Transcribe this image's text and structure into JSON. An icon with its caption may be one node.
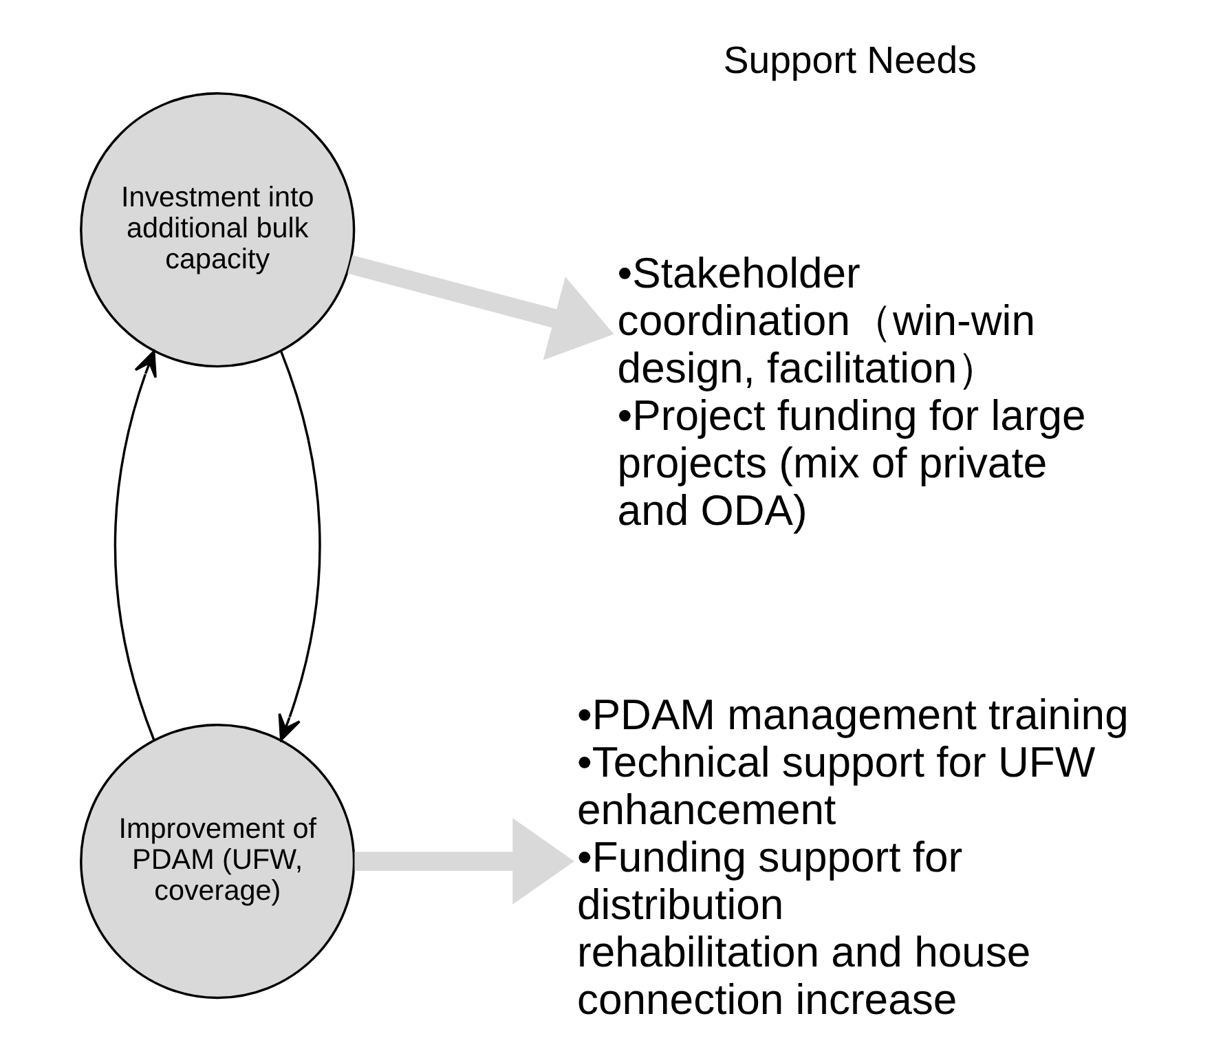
{
  "diagram": {
    "nodes": [
      {
        "text": [
          "Investment into additional bulk capacity"
        ]
      },
      {
        "text": [
          "Improvement of PDAM (UFW, coverage)"
        ]
      },
      {
        "text": [
          "•Stakeholder coordination（win-win design, facilitation）",
          "•Project funding for large projects (mix of private and ODA)"
        ]
      },
      {
        "text": [
          "•PDAM management training",
          "•Technical support for UFW enhancement",
          "•Funding support for distribution rehabilitation and house connection increase"
        ]
      }
    ],
    "edges": [
      {
        "from": 0,
        "to": 1,
        "arrow": "to"
      },
      {
        "from": 1,
        "to": 0,
        "arrow": "to"
      },
      {
        "from": 0,
        "to": 2,
        "arrow": "to",
        "style": "thick",
        "color": "#d9d9d9"
      },
      {
        "from": 1,
        "to": 3,
        "arrow": "to",
        "style": "thick",
        "color": "#d9d9d9"
      }
    ],
    "labels": [
      "Support Needs"
    ]
  }
}
